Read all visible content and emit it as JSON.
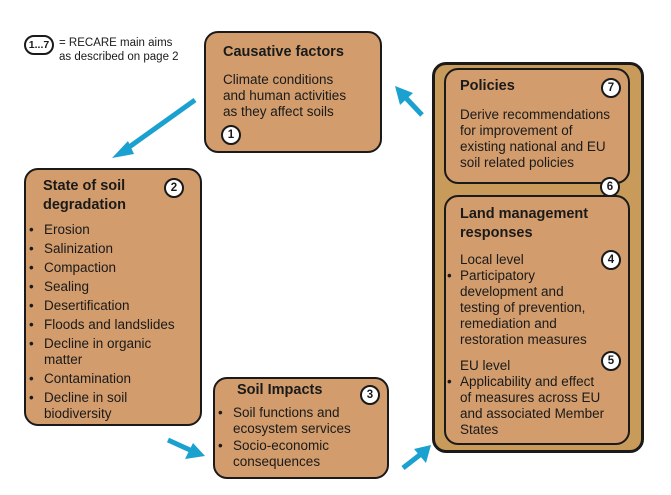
{
  "legend": {
    "badge": "1...7",
    "line1": "= RECARE main aims",
    "line2": "as described on page 2"
  },
  "causative": {
    "title": "Causative factors",
    "text_lines": [
      "Climate conditions",
      "and human activities",
      "as they affect soils"
    ],
    "badge": "1"
  },
  "state": {
    "title_lines": [
      "State of soil",
      "degradation"
    ],
    "badge": "2",
    "items": [
      "Erosion",
      "Salinization",
      "Compaction",
      "Sealing",
      "Desertification",
      "Floods and landslides",
      "Decline in organic matter",
      "Contamination",
      "Decline in soil biodiversity"
    ]
  },
  "impacts": {
    "title": "Soil Impacts",
    "badge": "3",
    "items": [
      "Soil functions and ecosystem services",
      "Socio-economic consequences"
    ]
  },
  "policies": {
    "title": "Policies",
    "badge": "7",
    "text_lines": [
      "Derive recommendations",
      "for improvement of",
      "existing national and EU",
      "soil related policies"
    ]
  },
  "connector_badge": "6",
  "land": {
    "title_lines": [
      "Land management",
      "responses"
    ],
    "local_label": "Local level",
    "local_badge": "4",
    "local_lines": [
      "Participatory",
      "development and",
      "testing of prevention,",
      "remediation and",
      "restoration measures"
    ],
    "eu_label": "EU level",
    "eu_badge": "5",
    "eu_lines": [
      "Applicability and effect",
      "of measures across EU",
      "and associated Member",
      "States"
    ]
  },
  "colors": {
    "box": "#d29c6c",
    "outer_box": "#c89b5a",
    "arrow": "#1ba1cf",
    "border": "#1a1a1a"
  }
}
